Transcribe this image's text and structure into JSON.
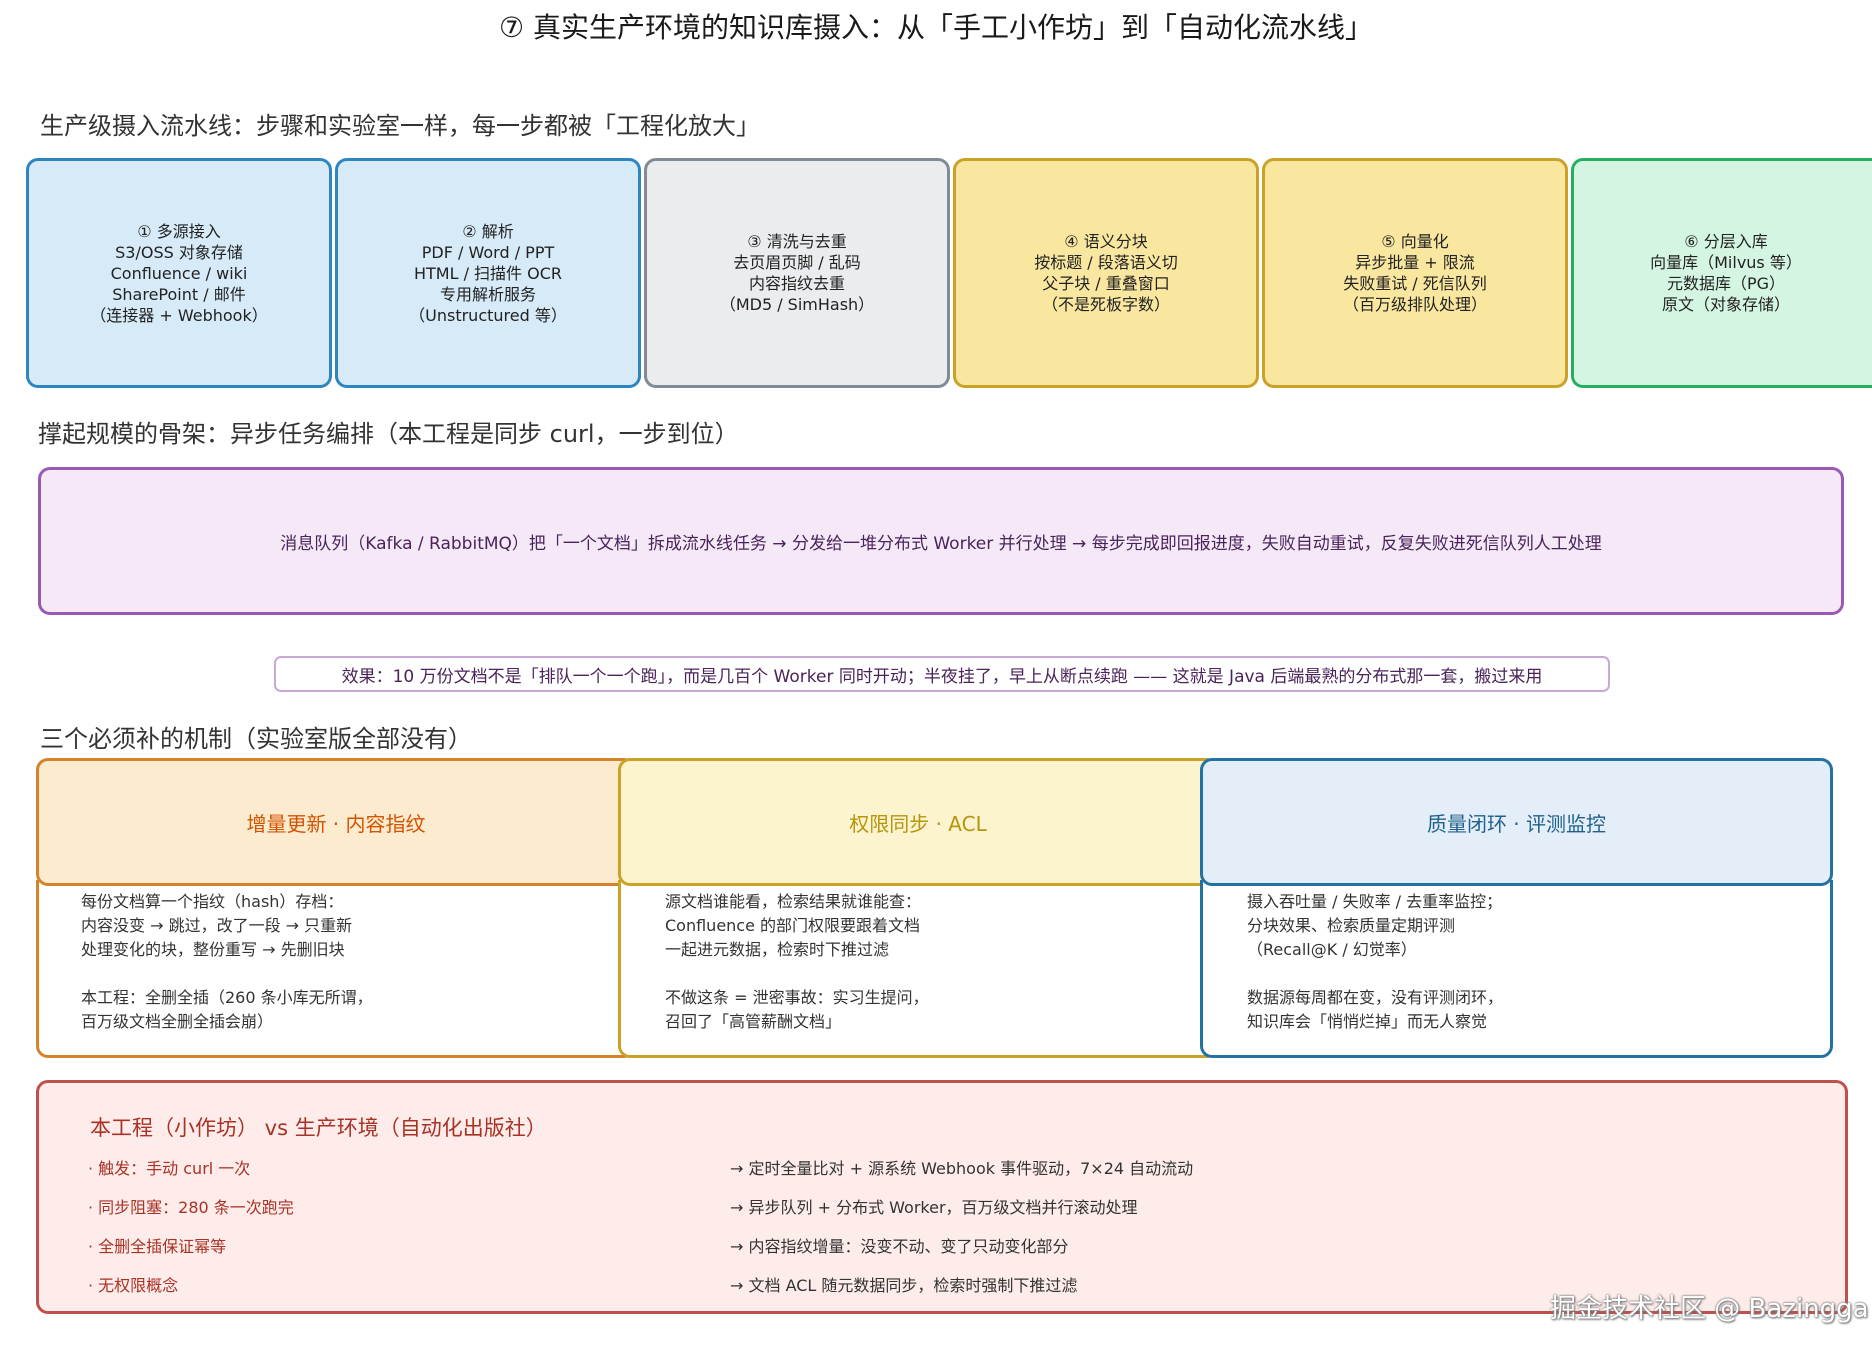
{
  "title": "⑦ 真实生产环境的知识库摄入：从「手工小作坊」到「自动化流水线」",
  "pipeline": {
    "heading": "生产级摄入流水线：步骤和实验室一样，每一步都被「工程化放大」",
    "stages": [
      {
        "lines": [
          "① 多源接入",
          "S3/OSS 对象存储",
          "Confluence / wiki",
          "SharePoint / 邮件",
          "（连接器 + Webhook）"
        ],
        "fill": "#d6eaf8",
        "border": "#2e86c1"
      },
      {
        "lines": [
          "② 解析",
          "PDF / Word / PPT",
          "HTML / 扫描件 OCR",
          "专用解析服务",
          "（Unstructured 等）"
        ],
        "fill": "#d6eaf8",
        "border": "#2e86c1"
      },
      {
        "lines": [
          "③ 清洗与去重",
          "去页眉页脚 / 乱码",
          "内容指纹去重",
          "（MD5 / SimHash）"
        ],
        "fill": "#eaecee",
        "border": "#808b96"
      },
      {
        "lines": [
          "④ 语义分块",
          "按标题 / 段落语义切",
          "父子块 / 重叠窗口",
          "（不是死板字数）"
        ],
        "fill": "#f9e79f",
        "border": "#c9a227"
      },
      {
        "lines": [
          "⑤ 向量化",
          "异步批量 + 限流",
          "失败重试 / 死信队列",
          "（百万级排队处理）"
        ],
        "fill": "#f9e79f",
        "border": "#c9a227"
      },
      {
        "lines": [
          "⑥ 分层入库",
          "向量库（Milvus 等）",
          "元数据库（PG）",
          "原文（对象存储）"
        ],
        "fill": "#d5f5e3",
        "border": "#27ae60"
      }
    ]
  },
  "backbone": {
    "heading": "撑起规模的骨架：异步任务编排（本工程是同步 curl，一步到位）",
    "mq_text": "消息队列（Kafka / RabbitMQ）把「一个文档」拆成流水线任务 → 分发给一堆分布式 Worker 并行处理 → 每步完成即回报进度，失败自动重试，反复失败进死信队列人工处理",
    "effect_text": "效果：10 万份文档不是「排队一个一个跑」，而是几百个 Worker 同时开动；半夜挂了，早上从断点续跑 —— 这就是 Java 后端最熟的分布式那一套，搬过来用"
  },
  "mechanisms": {
    "heading": "三个必须补的机制（实验室版全部没有）",
    "cards": [
      {
        "title": "增量更新 · 内容指纹",
        "title_color": "#d35400",
        "head_fill": "#fdebd0",
        "border": "#d4832a",
        "lines": [
          "每份文档算一个指纹（hash）存档：",
          "内容没变 → 跳过，改了一段 → 只重新",
          "处理变化的块，整份重写 → 先删旧块",
          "",
          "本工程：全删全插（260 条小库无所谓，",
          "百万级文档全删全插会崩）"
        ]
      },
      {
        "title": "权限同步 · ACL",
        "title_color": "#b7950b",
        "head_fill": "#fcf3cf",
        "border": "#c9a227",
        "lines": [
          "源文档谁能看，检索结果就谁能查：",
          "Confluence 的部门权限要跟着文档",
          "一起进元数据，检索时下推过滤",
          "",
          "不做这条 = 泄密事故：实习生提问，",
          "召回了「高管薪酬文档」"
        ]
      },
      {
        "title": "质量闭环 · 评测监控",
        "title_color": "#1f618d",
        "head_fill": "#e4eef8",
        "border": "#2471a3",
        "lines": [
          "摄入吞吐量 / 失败率 / 去重率监控；",
          "分块效果、检索质量定期评测",
          "（Recall@K / 幻觉率）",
          "",
          "数据源每周都在变，没有评测闭环，",
          "知识库会「悄悄烂掉」而无人察觉"
        ]
      }
    ]
  },
  "comparison": {
    "title": "本工程（小作坊） vs 生产环境（自动化出版社）",
    "rows": [
      {
        "left": "· 触发：手动 curl 一次",
        "right": "→  定时全量比对 + 源系统 Webhook 事件驱动，7×24 自动流动"
      },
      {
        "left": "· 同步阻塞：280 条一次跑完",
        "right": "→  异步队列 + 分布式 Worker，百万级文档并行滚动处理"
      },
      {
        "left": "· 全删全插保证幂等",
        "right": "→  内容指纹增量：没变不动、变了只动变化部分"
      },
      {
        "left": "· 无权限概念",
        "right": "→  文档 ACL 随元数据同步，检索时强制下推过滤"
      }
    ]
  },
  "watermark": "掘金技术社区 @ Bazingga"
}
